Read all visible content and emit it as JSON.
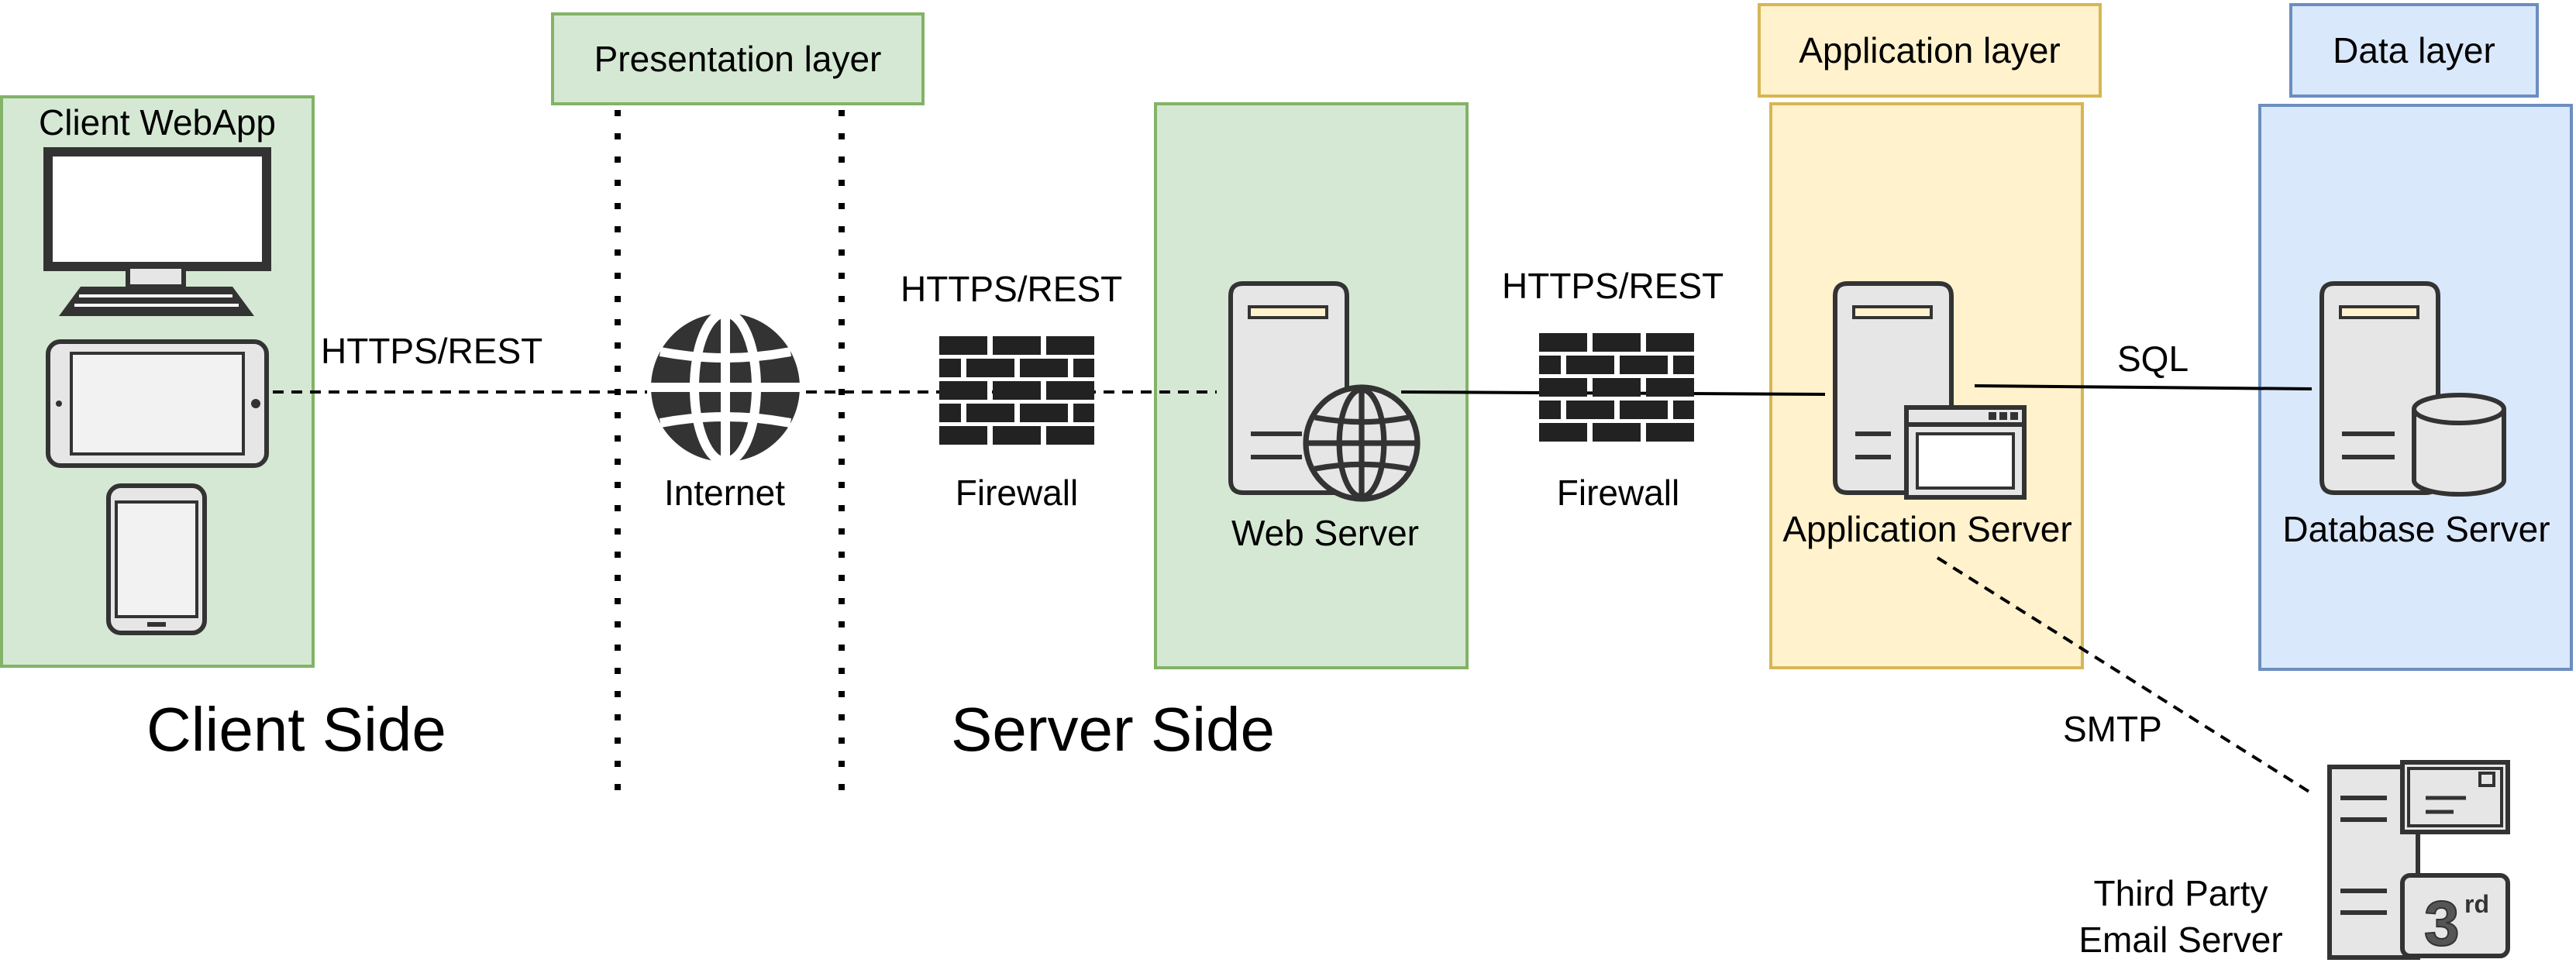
{
  "layers": {
    "presentation": "Presentation layer",
    "application": "Application layer",
    "data": "Data layer"
  },
  "client_group": {
    "title": "Client WebApp"
  },
  "sides": {
    "client": "Client Side",
    "server": "Server Side"
  },
  "nodes": {
    "internet": "Internet",
    "firewall_outer": "Firewall",
    "web_server": "Web Server",
    "firewall_inner": "Firewall",
    "app_server": "Application Server",
    "db_server": "Database Server",
    "email_server": "Third Party\nEmail Server"
  },
  "edges": {
    "client_internet": "HTTPS/REST",
    "internet_web": "HTTPS/REST",
    "web_app": "HTTPS/REST",
    "app_db": "SQL",
    "app_email": "SMTP"
  },
  "colors": {
    "green_fill": "#d5e8d4",
    "green_stroke": "#82b366",
    "yellow_fill": "#fff2cc",
    "yellow_stroke": "#d6b656",
    "blue_fill": "#dae8fc",
    "blue_stroke": "#6c8ebf",
    "icon_fill": "#e6e6e6",
    "icon_stroke": "#333333",
    "dark": "#222222"
  },
  "icons": [
    "desktop-icon",
    "tablet-icon",
    "smartphone-icon",
    "globe-icon",
    "firewall-icon",
    "web-server-icon",
    "application-server-icon",
    "database-server-icon",
    "email-server-icon"
  ]
}
